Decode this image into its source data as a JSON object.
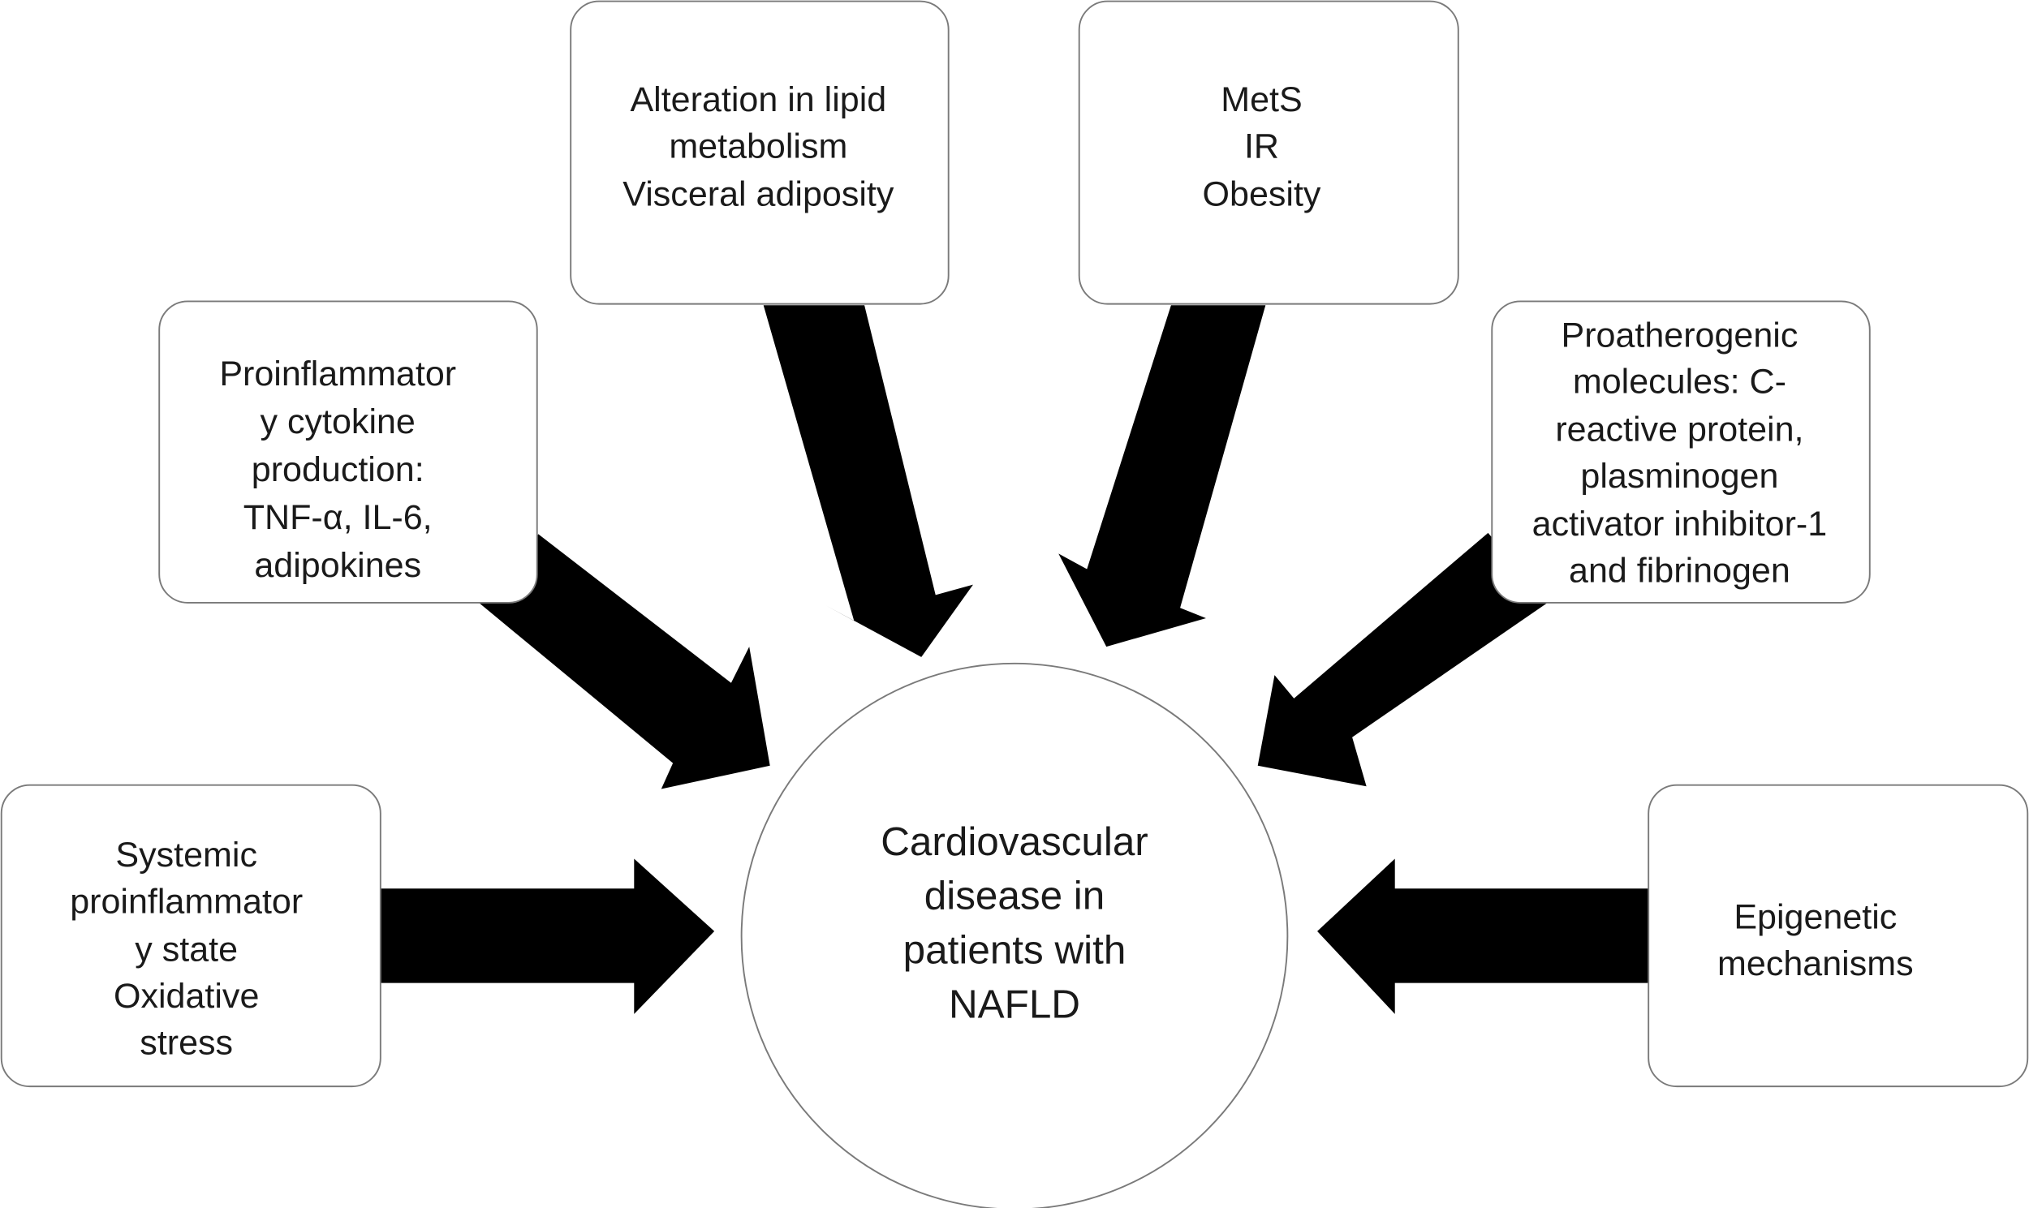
{
  "diagram": {
    "center": {
      "lines": [
        "Cardiovascular",
        "disease in",
        "patients with",
        "NAFLD"
      ]
    },
    "boxes": [
      {
        "id": "systemic",
        "lines": [
          "Systemic",
          "proinflammator",
          "y state",
          "Oxidative",
          "stress"
        ]
      },
      {
        "id": "cytokine",
        "lines": [
          "Proinflammator",
          "y cytokine",
          "production:",
          "TNF-α, IL-6,",
          "adipokines"
        ]
      },
      {
        "id": "lipid",
        "lines": [
          "Alteration in lipid",
          "metabolism",
          "Visceral adiposity"
        ]
      },
      {
        "id": "mets",
        "lines": [
          "MetS",
          "IR",
          "Obesity"
        ]
      },
      {
        "id": "proatherogenic",
        "lines": [
          "Proatherogenic",
          "molecules: C-",
          "reactive protein,",
          "plasminogen",
          "activator inhibitor-1",
          "and fibrinogen"
        ]
      },
      {
        "id": "epigenetic",
        "lines": [
          "Epigenetic",
          "mechanisms"
        ]
      }
    ],
    "arrow_color": "#000000"
  }
}
